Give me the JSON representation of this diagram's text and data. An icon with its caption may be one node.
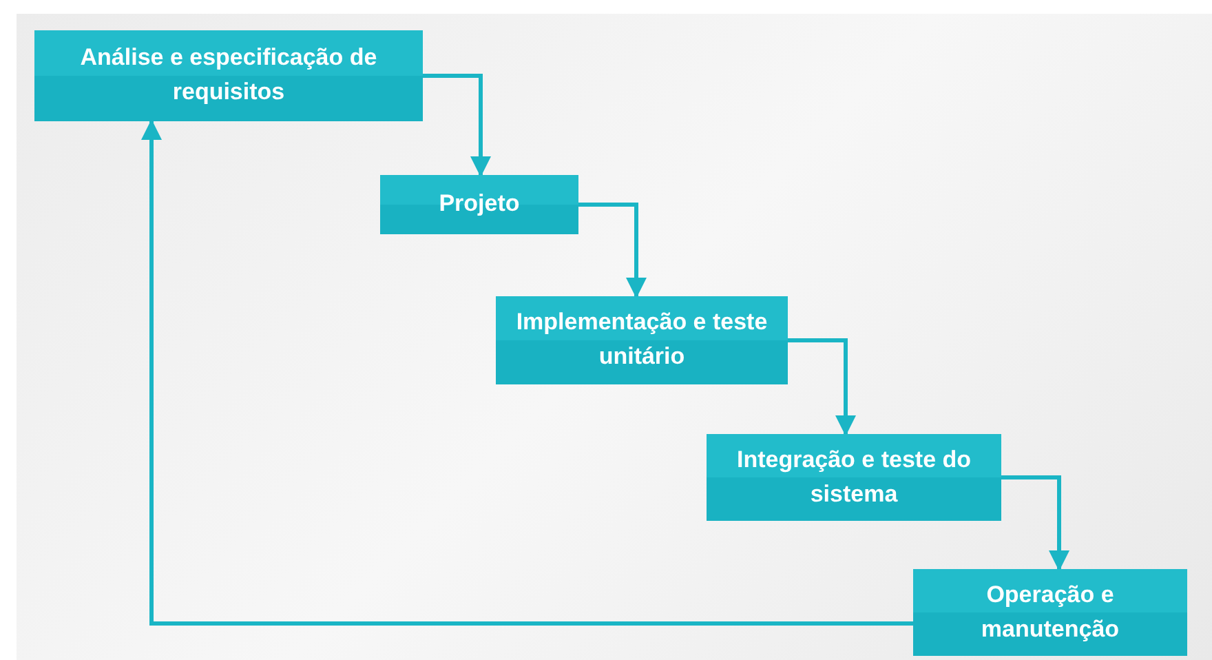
{
  "diagram": {
    "nodes": [
      {
        "text": [
          "Análise e especificação de requisitos"
        ]
      },
      {
        "text": [
          "Projeto"
        ]
      },
      {
        "text": [
          "Implementação e teste unitário"
        ]
      },
      {
        "text": [
          "Integração e teste do sistema"
        ]
      },
      {
        "text": [
          "Operação e manutenção"
        ]
      }
    ],
    "edges": [
      {
        "from": 0,
        "to": 1,
        "arrow": "to"
      },
      {
        "from": 1,
        "to": 2,
        "arrow": "to"
      },
      {
        "from": 2,
        "to": 3,
        "arrow": "to"
      },
      {
        "from": 3,
        "to": 4,
        "arrow": "to"
      },
      {
        "from": 4,
        "to": 0,
        "arrow": "to"
      }
    ]
  }
}
